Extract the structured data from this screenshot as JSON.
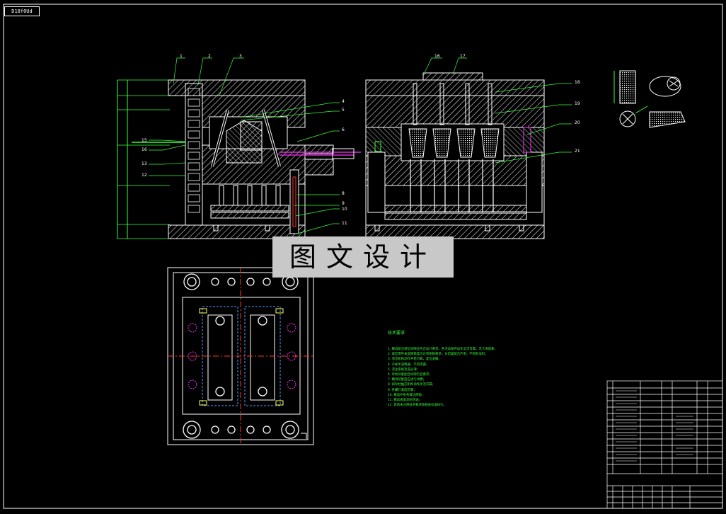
{
  "drawing": {
    "tag_label": "D18f0Ud",
    "watermark": "图文设计",
    "callouts_left": [
      "1",
      "2",
      "3",
      "4",
      "5",
      "6",
      "8",
      "9",
      "10",
      "11",
      "15",
      "16",
      "13",
      "12"
    ],
    "callouts_right": [
      "16",
      "17",
      "18",
      "19",
      "20",
      "21"
    ],
    "notes_title": "技术要求",
    "notes_lines": [
      "1. 模具配合部位间隙应符合设计要求，各活动部件动作灵活可靠，无卡滞现象；",
      "2. 成型零件表面粗糙度应达到图纸要求，分型面配合严密，不得有溢料；",
      "3. 顶出机构动作平稳可靠，复位准确；",
      "4. 冷却水道畅通，不得渗漏；",
      "5. 浇注系统流道光滑；",
      "6. 导柱导套配合间隙符合要求；",
      "7. 模具装配后应进行试模；",
      "8. 斜导柱抽芯机构动作灵活可靠；",
      "9. 各螺钉紧固可靠；",
      "10. 模具外形各棱边倒角；",
      "11. 模具表面涂防锈油；",
      "12. 其他未注明技术要求按相关标准执行。"
    ],
    "colors": {
      "background": "#000000",
      "line": "#ffffff",
      "callout": "#39ff39",
      "center_line": "#ff3333",
      "hidden_line": "#4aa0ff",
      "magenta": "#ff33ff",
      "yellow": "#ffff55"
    }
  }
}
